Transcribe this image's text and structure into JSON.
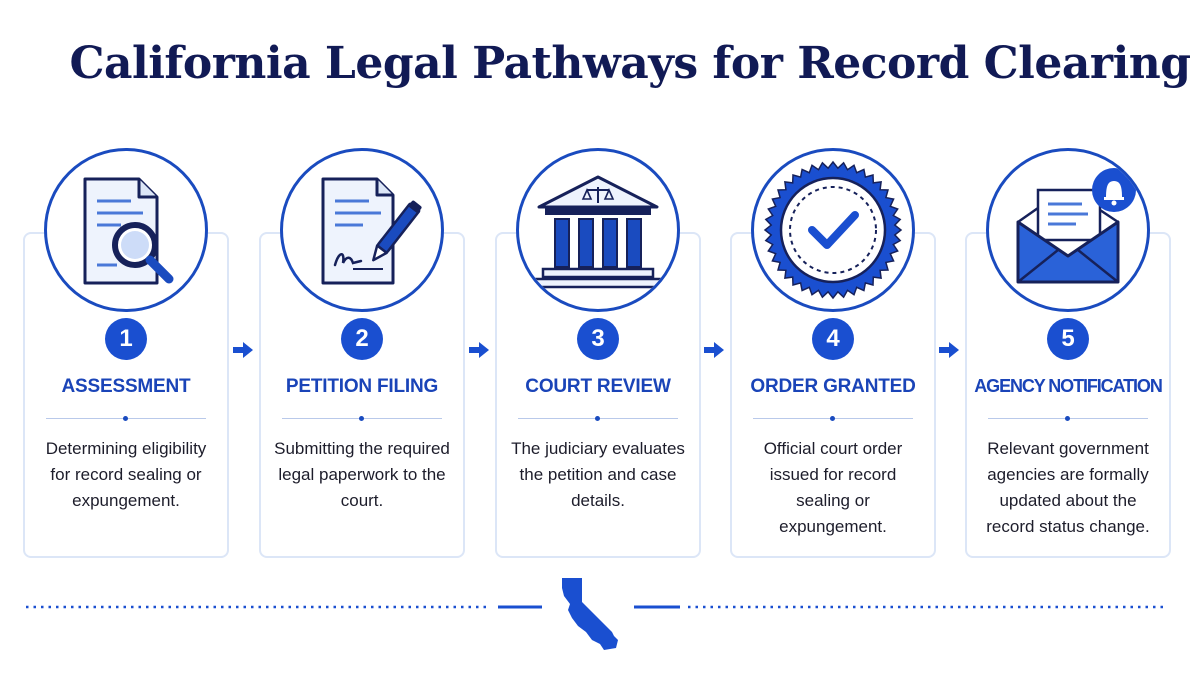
{
  "title": "California Legal Pathways for Record Clearing",
  "colors": {
    "navy": "#111a55",
    "accent": "#1a4fd0",
    "card_border": "#dce6f7"
  },
  "steps": [
    {
      "number": "1",
      "title": "ASSESSMENT",
      "icon": "document-magnifier-icon",
      "description": "Determining eligibility for record sealing or expungement."
    },
    {
      "number": "2",
      "title": "PETITION FILING",
      "icon": "document-pen-icon",
      "description": "Submitting the required legal paperwork to the court."
    },
    {
      "number": "3",
      "title": "COURT REVIEW",
      "icon": "courthouse-icon",
      "description": "The judiciary evaluates the petition and case details."
    },
    {
      "number": "4",
      "title": "ORDER GRANTED",
      "icon": "approval-seal-icon",
      "description": "Official court order issued for record sealing or expungement."
    },
    {
      "number": "5",
      "title": "AGENCY NOTIFICATION",
      "icon": "envelope-bell-icon",
      "description": "Relevant government agencies are formally updated about the record status change."
    }
  ],
  "footer": {
    "icon": "california-map-icon"
  }
}
